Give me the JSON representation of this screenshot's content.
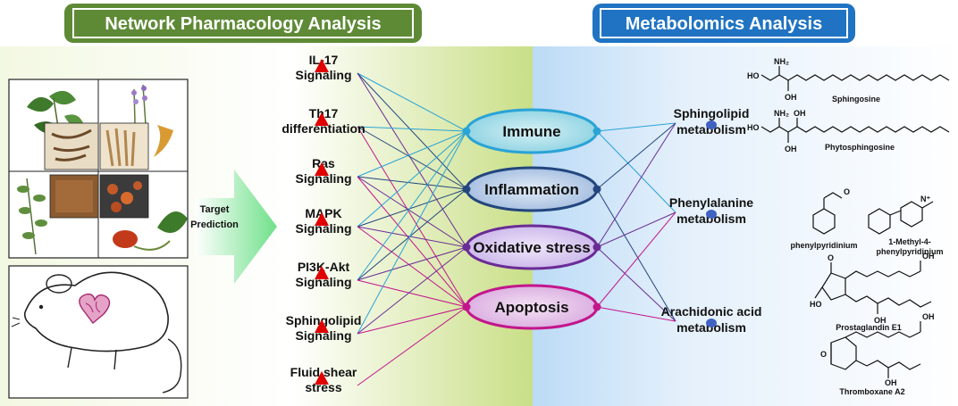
{
  "headers": {
    "left": "Network Pharmacology Analysis",
    "right": "Metabolomics Analysis"
  },
  "colors": {
    "green_header": "#5e8a36",
    "blue_header": "#1f73c2",
    "immune": "#2aa3d6",
    "inflammation": "#23467e",
    "oxidative": "#6a2c96",
    "apoptosis": "#c3168c",
    "triangle": "#e00000",
    "dot": "#3f62c3"
  },
  "target_prediction": [
    "Target",
    "Prediction"
  ],
  "pathways": [
    {
      "lines": [
        "IL-17",
        "Signaling"
      ]
    },
    {
      "lines": [
        "Th17",
        "differentiation"
      ]
    },
    {
      "lines": [
        "Ras",
        "Signaling"
      ]
    },
    {
      "lines": [
        "MAPK",
        "Signaling"
      ]
    },
    {
      "lines": [
        "PI3K-Akt",
        "Signaling"
      ]
    },
    {
      "lines": [
        "Sphingolipid",
        "Signaling"
      ]
    },
    {
      "lines": [
        "Fluid shear",
        "stress"
      ]
    }
  ],
  "categories": [
    {
      "label": "Immune",
      "color_key": "immune"
    },
    {
      "label": "Inflammation",
      "color_key": "inflammation"
    },
    {
      "label": "Oxidative stress",
      "color_key": "oxidative"
    },
    {
      "label": "Apoptosis",
      "color_key": "apoptosis"
    }
  ],
  "metabolisms": [
    {
      "lines": [
        "Sphingolipid",
        "metabolism"
      ]
    },
    {
      "lines": [
        "Phenylalanine",
        "metabolism"
      ]
    },
    {
      "lines": [
        "Arachidonic acid",
        "metabolism"
      ]
    }
  ],
  "molecules": {
    "sphingosine": "Sphingosine",
    "phytosphingosine": "Phytosphingosine",
    "phenylpyridinium": "phenylpyridinium",
    "methylphenylpyridinium": [
      "1-Methyl-4-",
      "phenylpyridinium"
    ],
    "prostaglandin": "Prostaglandin E1",
    "thromboxane": "Thromboxane A2"
  },
  "edges": [
    [
      0,
      0
    ],
    [
      0,
      1
    ],
    [
      0,
      2
    ],
    [
      1,
      0
    ],
    [
      1,
      1
    ],
    [
      1,
      3
    ],
    [
      2,
      0
    ],
    [
      2,
      1
    ],
    [
      2,
      2
    ],
    [
      2,
      3
    ],
    [
      3,
      0
    ],
    [
      3,
      1
    ],
    [
      3,
      2
    ],
    [
      3,
      3
    ],
    [
      4,
      0
    ],
    [
      4,
      1
    ],
    [
      4,
      2
    ],
    [
      4,
      3
    ],
    [
      5,
      0
    ],
    [
      5,
      2
    ],
    [
      5,
      3
    ],
    [
      6,
      3
    ]
  ],
  "right_edges": [
    [
      0,
      0
    ],
    [
      0,
      1
    ],
    [
      1,
      0
    ],
    [
      1,
      2
    ],
    [
      2,
      0
    ],
    [
      2,
      1
    ],
    [
      2,
      2
    ],
    [
      3,
      1
    ],
    [
      3,
      2
    ]
  ]
}
